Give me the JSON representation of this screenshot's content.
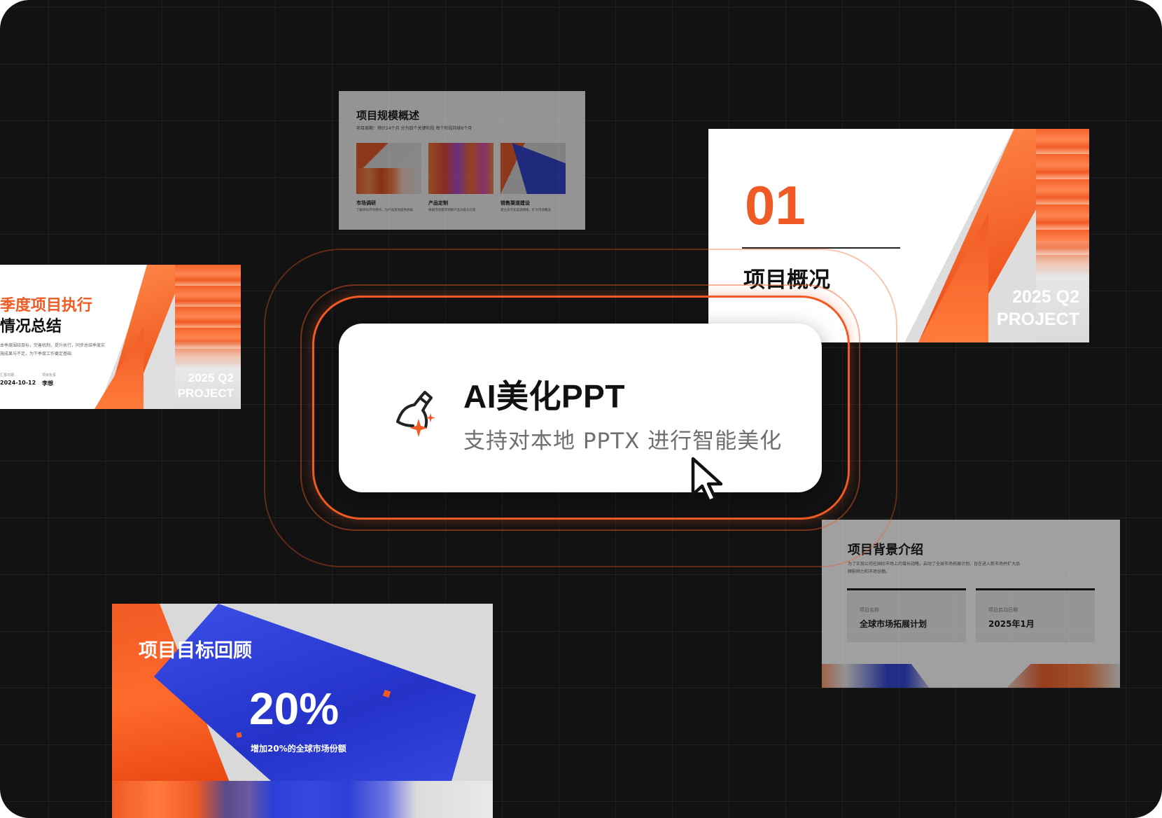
{
  "feature_card": {
    "title": "AI美化PPT",
    "subtitle": "支持对本地 PPTX 进行智能美化",
    "icon": "broom-sparkle-icon",
    "accent": "#f05a24"
  },
  "slides": {
    "scale_overview": {
      "title": "项目规模概述",
      "desc": "项目周期：预计24个月 分为四个关键阶段 每个阶段持续6个月",
      "items": [
        {
          "label": "市场调研",
          "desc": "了解目标市场特点，为产品策划提供依据"
        },
        {
          "label": "产品定制",
          "desc": "根据市场需求调整产品功能与包装"
        },
        {
          "label": "销售渠道建设",
          "desc": "建立多元化渠道网络，扩大市场覆盖"
        }
      ]
    },
    "summary": {
      "title_line1": "季度项目执行",
      "title_line2": "情况总结",
      "desc": "本季度围绕目标，完善机制，提升执行，同步总结季度实施成果与不足，为下季度工作奠定基础",
      "date_label": "汇报日期",
      "date_value": "2024-10-12",
      "owner_label": "项目负责",
      "owner_value": "李想",
      "badge_line1": "2025 Q2",
      "badge_line2": "PROJECT"
    },
    "overview": {
      "number": "01",
      "title": "项目概况",
      "badge_line1": "2025 Q2",
      "badge_line2": "PROJECT"
    },
    "background": {
      "title": "项目背景介绍",
      "desc": "为了实现公司在国际市场上的增长战略，启动了全球市场拓展计划，旨在进入新市场并扩大品牌影响力和市场份额。",
      "fields": [
        {
          "label": "项目名称",
          "value": "全球市场拓展计划"
        },
        {
          "label": "项目启动日期",
          "value": "2025年1月"
        }
      ]
    },
    "goal": {
      "title": "项目目标回顾",
      "percent": "20%",
      "caption": "增加20%的全球市场份额"
    }
  },
  "colors": {
    "orange": "#f05a24",
    "blue": "#2c3fd6",
    "background": "#121212"
  }
}
